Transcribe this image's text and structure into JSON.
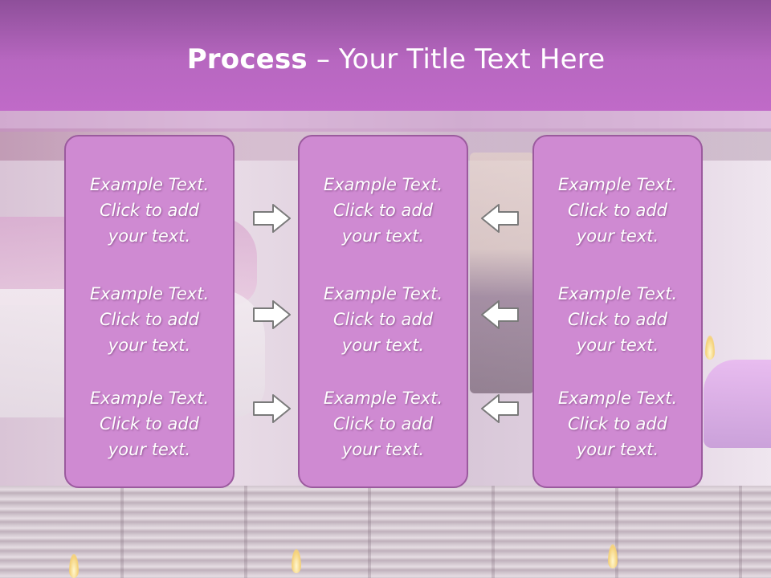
{
  "slide": {
    "title_bold": "Process",
    "title_rest": " – Your Title Text Here"
  },
  "columns": [
    {
      "cells": [
        {
          "line1": "Example Text.",
          "line2": "Click  to add",
          "line3": "your text."
        },
        {
          "line1": "Example Text.",
          "line2": "Click  to add",
          "line3": "your text."
        },
        {
          "line1": "Example Text.",
          "line2": "Click  to add",
          "line3": "your text."
        }
      ]
    },
    {
      "cells": [
        {
          "line1": "Example Text.",
          "line2": "Click  to add",
          "line3": "your text."
        },
        {
          "line1": "Example Text.",
          "line2": "Click  to add",
          "line3": "your text."
        },
        {
          "line1": "Example Text.",
          "line2": "Click  to add",
          "line3": "your text."
        }
      ]
    },
    {
      "cells": [
        {
          "line1": "Example Text.",
          "line2": "Click  to add",
          "line3": "your text."
        },
        {
          "line1": "Example Text.",
          "line2": "Click  to add",
          "line3": "your text."
        },
        {
          "line1": "Example Text.",
          "line2": "Click  to add",
          "line3": "your text."
        }
      ]
    }
  ],
  "arrows": {
    "left_group": "arrow-right-icon",
    "right_group": "arrow-left-icon"
  },
  "colors": {
    "title_bar": "#b767c0",
    "box_fill": "#cf8ad2",
    "box_border": "#9b5a9e",
    "text": "#ffffff"
  }
}
